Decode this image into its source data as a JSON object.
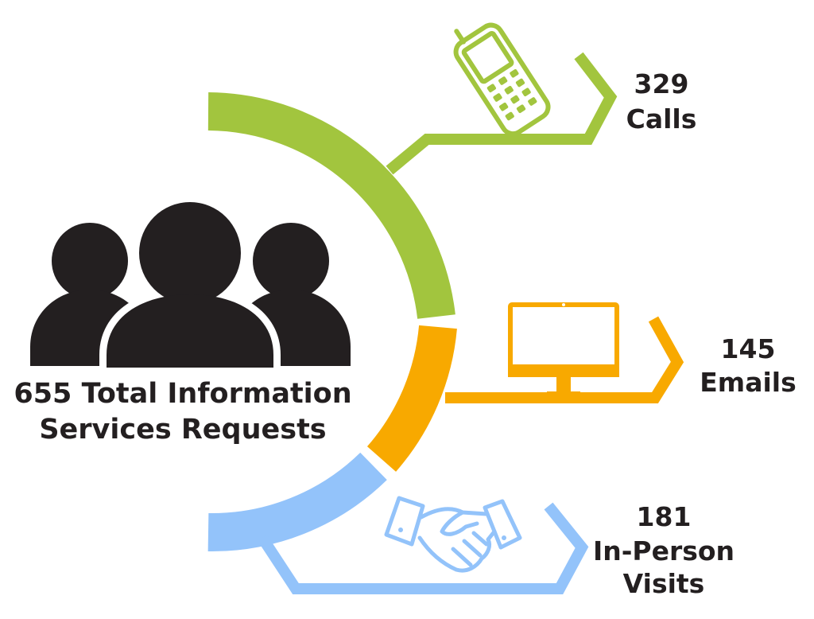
{
  "total": {
    "line1": "655 Total Information",
    "line2": "Services Requests"
  },
  "categories": [
    {
      "value": "329",
      "label": "Calls",
      "icon": "mobile-phone-icon",
      "color": "#a2c53e"
    },
    {
      "value": "145",
      "label": "Emails",
      "icon": "computer-monitor-icon",
      "color": "#f8a900"
    },
    {
      "value": "181",
      "label_lines": [
        "In-Person",
        "Visits"
      ],
      "icon": "handshake-icon",
      "color": "#93c3fa"
    }
  ],
  "chart_data": {
    "type": "pie",
    "categories": [
      "Calls",
      "Emails",
      "In-Person Visits"
    ],
    "values": [
      329,
      145,
      181
    ],
    "total": 655
  },
  "colors": {
    "text": "#231f20",
    "people": "#231f20"
  }
}
